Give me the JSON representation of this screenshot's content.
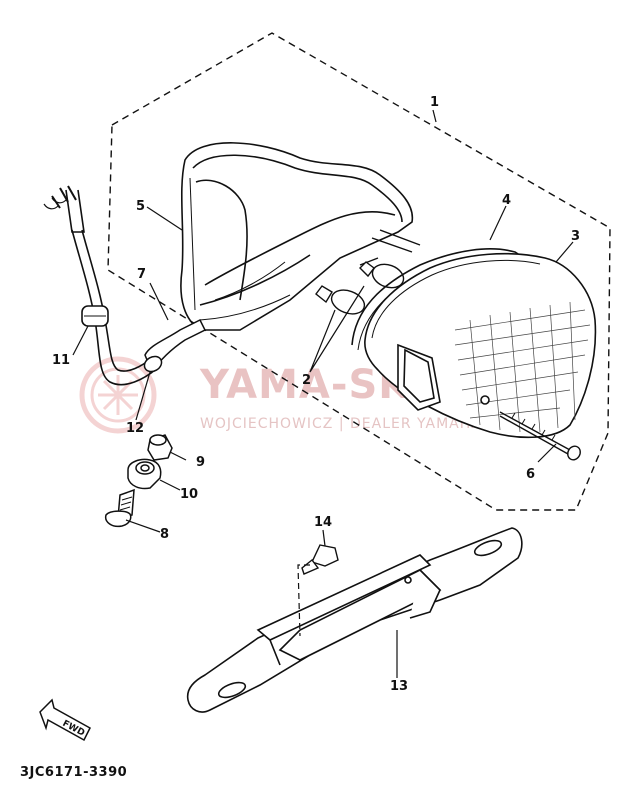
{
  "diagram": {
    "callouts": {
      "c1": "1",
      "c2": "2",
      "c3": "3",
      "c4": "4",
      "c5": "5",
      "c6": "6",
      "c7": "7",
      "c8": "8",
      "c9": "9",
      "c10": "10",
      "c11": "11",
      "c12": "12",
      "c13": "13",
      "c14": "14"
    },
    "part_code": "3JC6171-3390",
    "fwd_label": "FWD",
    "watermark": {
      "main": "YAMA-SKLEP.PL",
      "sub": "WOJCIECHOWICZ | DEALER YAMAHA",
      "color": "#e8b4b4"
    }
  }
}
